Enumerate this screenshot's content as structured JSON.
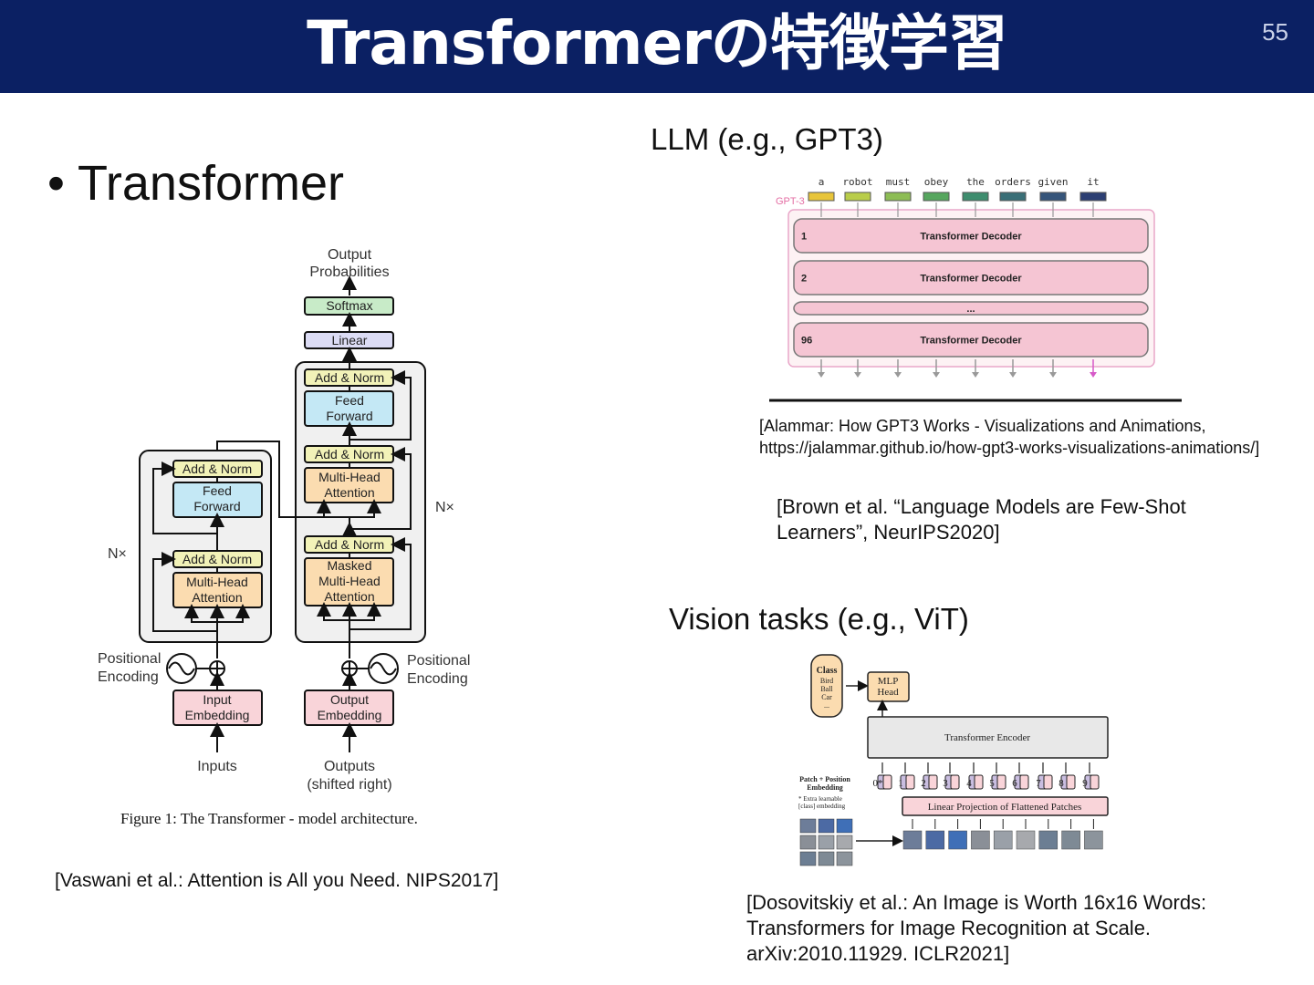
{
  "slide": {
    "title": "Transformerの特徴学習",
    "page_number": "55",
    "bullet": "Transformer",
    "llm_heading": "LLM (e.g., GPT3)",
    "vision_heading": "Vision tasks (e.g., ViT)"
  },
  "colors": {
    "header_bg": "#0b2063",
    "title_text": "#ffffff"
  },
  "transformer_diagram": {
    "output_probabilities": "Output\nProbabilities",
    "softmax": "Softmax",
    "linear": "Linear",
    "add_norm": "Add & Norm",
    "feed_forward": "Feed\nForward",
    "multi_head_attention": "Multi-Head\nAttention",
    "masked_multi_head_attention": "Masked\nMulti-Head\nAttention",
    "nx": "N×",
    "positional_encoding": "Positional\nEncoding",
    "input_embedding": "Input\nEmbedding",
    "output_embedding": "Output\nEmbedding",
    "inputs": "Inputs",
    "outputs": "Outputs\n(shifted right)",
    "caption": "Figure 1: The Transformer - model architecture."
  },
  "gpt3_diagram": {
    "tokens": [
      "a",
      "robot",
      "must",
      "obey",
      "the",
      "orders",
      "given",
      "it"
    ],
    "model_label": "GPT-3",
    "layers": [
      {
        "index": "1",
        "label": "Transformer Decoder"
      },
      {
        "index": "2",
        "label": "Transformer Decoder"
      },
      {
        "index": "",
        "label": "..."
      },
      {
        "index": "96",
        "label": "Transformer Decoder"
      }
    ]
  },
  "vit_diagram": {
    "class_box": "Class\nBird\nBall\nCar\n...",
    "mlp_head": "MLP\nHead",
    "encoder": "Transformer Encoder",
    "patch_position": "Patch + Position\nEmbedding",
    "extra_note": "* Extra learnable\n[class] embedding",
    "linear_projection": "Linear Projection of Flattened Patches",
    "positions": [
      "0*",
      "1",
      "2",
      "3",
      "4",
      "5",
      "6",
      "7",
      "8",
      "9"
    ]
  },
  "citations": {
    "vaswani": "[Vaswani et al.: Attention is All you Need. NIPS2017]",
    "alammar": "[Alammar: How GPT3 Works - Visualizations and Animations, https://jalammar.github.io/how-gpt3-works-visualizations-animations/]",
    "brown": "[Brown et al. “Language Models are Few-Shot Learners”, NeurIPS2020]",
    "dosovitskiy": "[Dosovitskiy et al.: An Image is Worth 16x16 Words: Transformers for Image Recognition at Scale. arXiv:2010.11929. ICLR2021]"
  }
}
